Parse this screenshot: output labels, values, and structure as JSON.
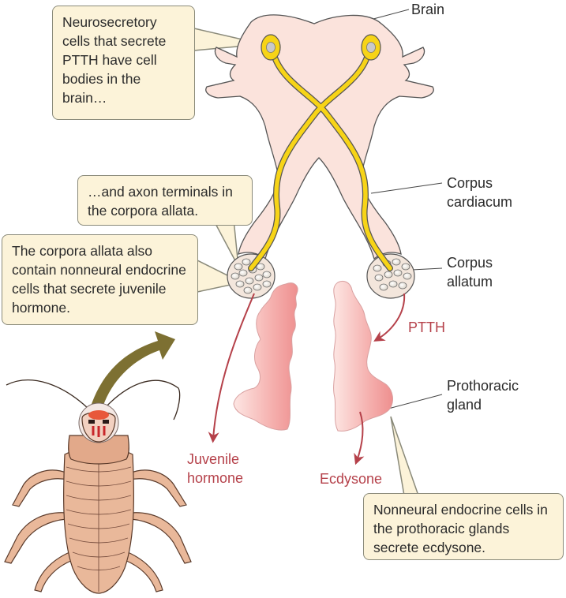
{
  "labels": {
    "brain": "Brain",
    "corpus_cardiacum": [
      "Corpus",
      "cardiacum"
    ],
    "corpus_allatum": [
      "Corpus",
      "allatum"
    ],
    "prothoracic_gland": [
      "Prothoracic",
      "gland"
    ],
    "ptth": "PTTH",
    "juvenile_hormone": [
      "Juvenile",
      "hormone"
    ],
    "ecdysone": "Ecdysone"
  },
  "callouts": {
    "neurosecretory": "Neurosecretory cells that secrete PTTH have cell bodies in the brain…",
    "axon_terminals": "…and axon terminals in the corpora allata.",
    "corpora_allata": "The corpora allata also contain nonneural endocrine cells that secrete juvenile hormone.",
    "nonneural": "Nonneural endocrine cells in the prothoracic glands secrete ecdysone."
  },
  "colors": {
    "tissue": "#fbe3dc",
    "tissue_outline": "#555555",
    "neuron": "#f7d417",
    "gland": "#f29a9a",
    "hormone_arrow": "#b5414a",
    "label_red": "#b5414a",
    "callout_fill": "#fcf3d9",
    "zoom_arrow": "#7d7032",
    "insect_body": "#e9b89a"
  }
}
